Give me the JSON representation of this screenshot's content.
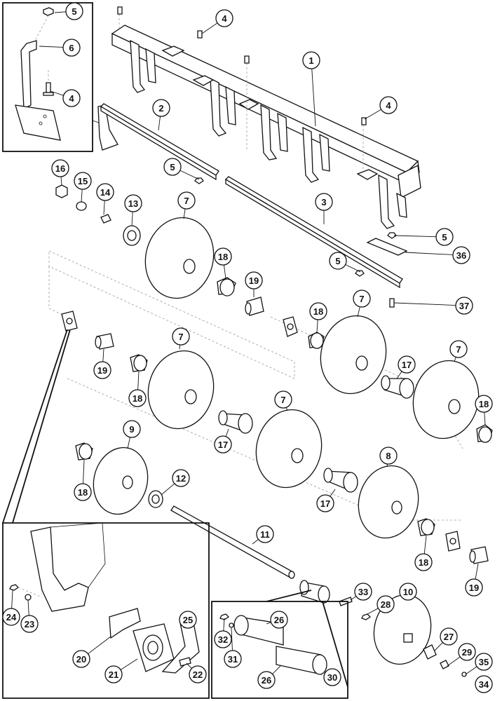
{
  "callouts": [
    {
      "id": "c5a",
      "label": "5"
    },
    {
      "id": "c6",
      "label": "6"
    },
    {
      "id": "c4a",
      "label": "4"
    },
    {
      "id": "c4b",
      "label": "4"
    },
    {
      "id": "c1",
      "label": "1"
    },
    {
      "id": "c4c",
      "label": "4"
    },
    {
      "id": "c2",
      "label": "2"
    },
    {
      "id": "c5b",
      "label": "5"
    },
    {
      "id": "c16",
      "label": "16"
    },
    {
      "id": "c15",
      "label": "15"
    },
    {
      "id": "c14",
      "label": "14"
    },
    {
      "id": "c13",
      "label": "13"
    },
    {
      "id": "c7a",
      "label": "7"
    },
    {
      "id": "c3",
      "label": "3"
    },
    {
      "id": "c5c",
      "label": "5"
    },
    {
      "id": "c36",
      "label": "36"
    },
    {
      "id": "c5d",
      "label": "5"
    },
    {
      "id": "c18a",
      "label": "18"
    },
    {
      "id": "c19a",
      "label": "19"
    },
    {
      "id": "c37",
      "label": "37"
    },
    {
      "id": "c18b",
      "label": "18"
    },
    {
      "id": "c7b",
      "label": "7"
    },
    {
      "id": "c19b",
      "label": "19"
    },
    {
      "id": "c7c",
      "label": "7"
    },
    {
      "id": "c17a",
      "label": "17"
    },
    {
      "id": "c7d",
      "label": "7"
    },
    {
      "id": "c18c",
      "label": "18"
    },
    {
      "id": "c18d",
      "label": "18"
    },
    {
      "id": "c7e",
      "label": "7"
    },
    {
      "id": "c9",
      "label": "9"
    },
    {
      "id": "c17b",
      "label": "17"
    },
    {
      "id": "c8",
      "label": "8"
    },
    {
      "id": "c18e",
      "label": "18"
    },
    {
      "id": "c12",
      "label": "12"
    },
    {
      "id": "c17c",
      "label": "17"
    },
    {
      "id": "c11",
      "label": "11"
    },
    {
      "id": "c18f",
      "label": "18"
    },
    {
      "id": "c19c",
      "label": "19"
    },
    {
      "id": "c24",
      "label": "24"
    },
    {
      "id": "c23",
      "label": "23"
    },
    {
      "id": "c33",
      "label": "33"
    },
    {
      "id": "c10",
      "label": "10"
    },
    {
      "id": "c28",
      "label": "28"
    },
    {
      "id": "c26a",
      "label": "26"
    },
    {
      "id": "c25",
      "label": "25"
    },
    {
      "id": "c32",
      "label": "32"
    },
    {
      "id": "c27",
      "label": "27"
    },
    {
      "id": "c29",
      "label": "29"
    },
    {
      "id": "c20",
      "label": "20"
    },
    {
      "id": "c31",
      "label": "31"
    },
    {
      "id": "c35",
      "label": "35"
    },
    {
      "id": "c21",
      "label": "21"
    },
    {
      "id": "c22",
      "label": "22"
    },
    {
      "id": "c26b",
      "label": "26"
    },
    {
      "id": "c30",
      "label": "30"
    },
    {
      "id": "c34",
      "label": "34"
    }
  ]
}
